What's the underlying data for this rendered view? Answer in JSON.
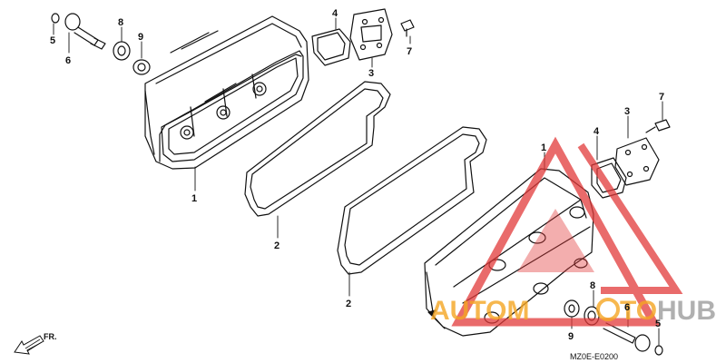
{
  "diagram": {
    "code": "MZ0E-E0200",
    "direction_label": "FR.",
    "callouts": {
      "left": [
        {
          "id": "1",
          "text": "1"
        },
        {
          "id": "2",
          "text": "2"
        },
        {
          "id": "3",
          "text": "3"
        },
        {
          "id": "4",
          "text": "4"
        },
        {
          "id": "5",
          "text": "5"
        },
        {
          "id": "6",
          "text": "6"
        },
        {
          "id": "7",
          "text": "7"
        },
        {
          "id": "8",
          "text": "8"
        },
        {
          "id": "9",
          "text": "9"
        }
      ],
      "right": [
        {
          "id": "1",
          "text": "1"
        },
        {
          "id": "2",
          "text": "2"
        },
        {
          "id": "3",
          "text": "3"
        },
        {
          "id": "4",
          "text": "4"
        },
        {
          "id": "5",
          "text": "5"
        },
        {
          "id": "6",
          "text": "6"
        },
        {
          "id": "7",
          "text": "7"
        },
        {
          "id": "8",
          "text": "8"
        },
        {
          "id": "9",
          "text": "9"
        }
      ]
    }
  },
  "watermark": {
    "part1": "AUTOM",
    "part2": "TO",
    "part3": "HUB",
    "colors": {
      "red": "#e23a3a",
      "orange": "#f5a623",
      "gray": "#a8a8a8"
    }
  }
}
